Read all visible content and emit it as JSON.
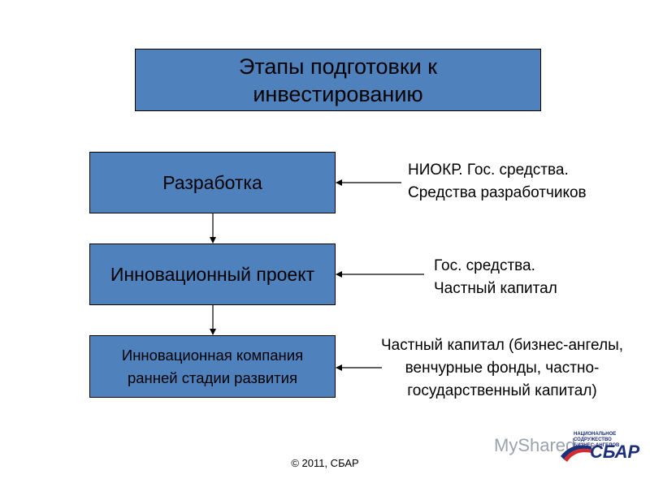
{
  "title": "Этапы подготовки к инвестированию",
  "title_lines": [
    "Этапы подготовки к",
    "инвестированию"
  ],
  "stages": [
    {
      "label_lines": [
        "Разработка"
      ]
    },
    {
      "label_lines": [
        "Инновационный проект"
      ]
    },
    {
      "label_lines": [
        "Инновационная компания",
        "ранней стадии развития"
      ]
    }
  ],
  "sources": [
    {
      "lines": [
        "НИОКР. Гос. средства.",
        "Средства разработчиков"
      ]
    },
    {
      "lines": [
        "Гос. средства.",
        "Частный капитал"
      ]
    },
    {
      "lines": [
        "Частный капитал (бизнес-ангелы,",
        "венчурные фонды, частно-",
        "государственный капитал)"
      ]
    }
  ],
  "footer": "© 2011, СБАР",
  "logo": {
    "watermark": "MyShared",
    "subtitle_lines": [
      "НАЦИОНАЛЬНОЕ СОДРУЖЕСТВО",
      "БИЗНЕС-АНГЕЛОВ"
    ],
    "mark": "СБАР"
  },
  "colors": {
    "box_fill": "#4f81bd",
    "box_border": "#000000",
    "logo_blue": "#1c2f7a",
    "logo_red": "#d42a2a"
  }
}
